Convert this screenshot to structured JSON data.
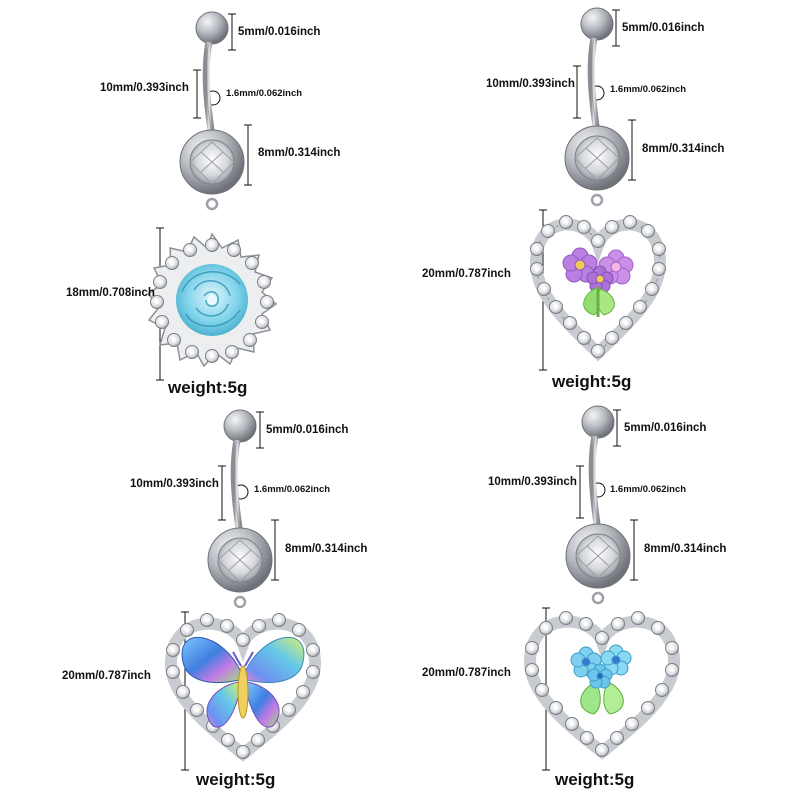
{
  "products": [
    {
      "ball": "5mm/0.016inch",
      "bar_length": "10mm/0.393inch",
      "gauge": "1.6mm/0.062inch",
      "gem": "8mm/0.314inch",
      "charm_size": "18mm/0.708inch",
      "weight": "weight:5g"
    },
    {
      "ball": "5mm/0.016inch",
      "bar_length": "10mm/0.393inch",
      "gauge": "1.6mm/0.062inch",
      "gem": "8mm/0.314inch",
      "charm_size": "20mm/0.787inch",
      "weight": "weight:5g"
    },
    {
      "ball": "5mm/0.016inch",
      "bar_length": "10mm/0.393inch",
      "gauge": "1.6mm/0.062inch",
      "gem": "8mm/0.314inch",
      "charm_size": "20mm/0.787inch",
      "weight": "weight:5g"
    },
    {
      "ball": "5mm/0.016inch",
      "bar_length": "10mm/0.393inch",
      "gauge": "1.6mm/0.062inch",
      "gem": "8mm/0.314inch",
      "charm_size": "20mm/0.787inch",
      "weight": "weight:5g"
    }
  ],
  "colors": {
    "metal": "#c9ccd1",
    "rose": "#7fd3ea",
    "purple_flower": "#b679e0",
    "leaf": "#8fdc6a",
    "butterfly": "#5aa8e8",
    "blue_flower": "#7fd0f0"
  }
}
